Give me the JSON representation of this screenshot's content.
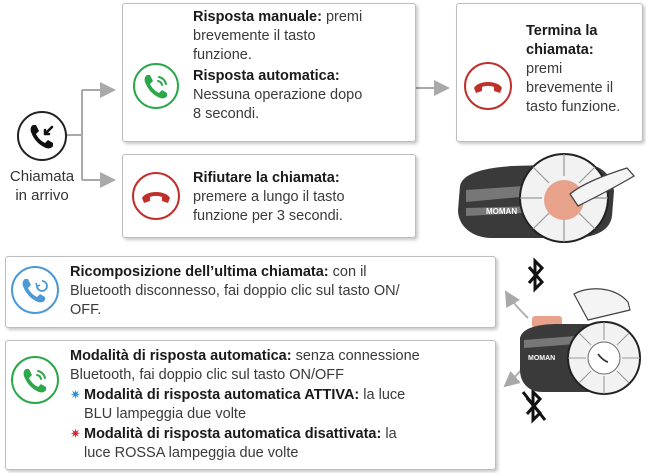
{
  "incoming": {
    "label_line1": "Chiamata",
    "label_line2": "in arrivo"
  },
  "answer_box": {
    "manual_title": "Risposta manuale:",
    "manual_text_1": " premi",
    "manual_text_2": "brevemente il tasto",
    "manual_text_3": "funzione.",
    "auto_title": "Risposta automatica:",
    "auto_text_1": "Nessuna operazione dopo",
    "auto_text_2": "8 secondi."
  },
  "end_box": {
    "title_1": "Termina la",
    "title_2": "chiamata:",
    "text_1": "premi",
    "text_2": "brevemente il",
    "text_3": "tasto funzione."
  },
  "reject_box": {
    "title": "Rifiutare la chiamata:",
    "text_1": "premere a lungo il tasto",
    "text_2": "funzione per 3 secondi."
  },
  "redial_box": {
    "title": "Ricomposizione dell’ultima chiamata:",
    "text_1": " con il",
    "text_2": "Bluetooth disconnesso, fai doppio clic sul tasto ON/",
    "text_3": "OFF."
  },
  "auto_mode_box": {
    "title": "Modalità di risposta automatica:",
    "text_1": " senza connessione",
    "text_2": "Bluetooth, fai doppio clic sul tasto ON/OFF",
    "on_title": "Modalità di risposta automatica ATTIVA:",
    "on_text_1": " la luce",
    "on_text_2": "BLU lampeggia due volte",
    "off_title": "Modalità di risposta automatica disattivata:",
    "off_text_1": " la",
    "off_text_2": "luce ROSSA lampeggia due volte"
  },
  "device": {
    "brand_top": "MOMAN",
    "brand_bottom": "MOMAN"
  },
  "icons": {
    "incoming": "incoming-call-icon",
    "answer": "answer-phone-icon",
    "hangup": "hang-up-icon",
    "reject": "reject-call-icon",
    "redial": "redial-icon",
    "auto": "auto-answer-icon",
    "bt_on": "bluetooth-icon",
    "bt_off": "bluetooth-off-icon"
  },
  "colors": {
    "green": "#2aa84a",
    "red": "#c0302b",
    "blue": "#4b9ad6",
    "gray_arrow": "#a9a9a9"
  }
}
